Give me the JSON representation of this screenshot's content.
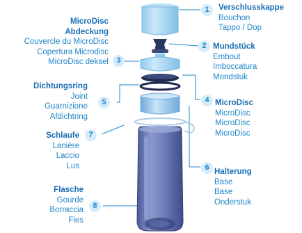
{
  "parts": [
    {
      "number": "1",
      "title": "Verschlusskappe",
      "lines": [
        "Bouchon",
        "Tappo / Dop"
      ]
    },
    {
      "number": "2",
      "title": "Mundstück",
      "lines": [
        "Embout",
        "Imboccatura",
        "Mondstuk"
      ]
    },
    {
      "number": "3",
      "title": "MicroDisc Abdeckung",
      "title_lines": [
        "MicroDisc",
        "Abdeckung"
      ],
      "lines": [
        "Couvercle du MicroDisc",
        "Copertura Microdisc",
        "MicroDisc deksel"
      ]
    },
    {
      "number": "4",
      "title": "MicroDisc",
      "lines": [
        "MicroDisc",
        "MicroDisc",
        "MicroDisc"
      ]
    },
    {
      "number": "5",
      "title": "Dichtungsring",
      "lines": [
        "Joint",
        "Guarnizione",
        "Afdichtring"
      ]
    },
    {
      "number": "6",
      "title": "Halterung",
      "lines": [
        "Base",
        "Base",
        "Onderstuk"
      ]
    },
    {
      "number": "7",
      "title": "Schlaufe",
      "lines": [
        "Lanière",
        "Laccio",
        "Lus"
      ]
    },
    {
      "number": "8",
      "title": "Flasche",
      "lines": [
        "Gourde",
        "Borraccia",
        "Fles"
      ]
    }
  ],
  "colors": {
    "accent_blue": "#1f86c8",
    "title_blue": "#1a6fb5",
    "cap_blue": "#9dd3f2",
    "bottle_body": "#6d7db8",
    "bottle_dark": "#3c4c8a",
    "dark_part": "#2a3760"
  }
}
